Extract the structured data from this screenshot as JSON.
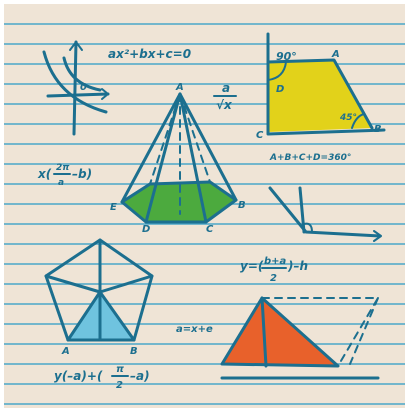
{
  "sheet": {
    "colors": {
      "paper": "#efe4d6",
      "rule_line": "#4aa6c9",
      "ink": "#1c6f8f",
      "trapezoid_fill": "#e2d21a",
      "pyramid_base_fill": "#4caa3e",
      "pentagon_triangle_fill": "#6fc3df",
      "prism_face_fill": "#e8612b"
    },
    "formulas": {
      "quadratic": "ax²+bx+c=0",
      "fraction_num": "a",
      "fraction_den": "√x",
      "left_expr_1": "x(",
      "left_expr_frac_num": "2π",
      "left_expr_frac_den": "a",
      "left_expr_2": "–b)",
      "angle_sum": "A+B+C+D=360°",
      "y_expr_1": "y=(",
      "y_expr_num": "b+a",
      "y_expr_den": "2",
      "y_expr_2": ")–h",
      "bottom_expr_1": "y(–a)+(",
      "bottom_expr_num": "π",
      "bottom_expr_den": "2",
      "bottom_expr_2": "–a)",
      "small_eq": "a=x+e"
    },
    "labels": {
      "origin_point": "0",
      "trap_angle_top": "90°",
      "trap_a": "A",
      "trap_d": "D",
      "trap_c": "C",
      "trap_b": "B",
      "trap_angle_b": "45°",
      "pyr_apex": "A",
      "pyr_e": "E",
      "pyr_b": "B",
      "pyr_d": "D",
      "pyr_c": "C",
      "pent_a": "A",
      "pent_b": "B"
    }
  }
}
